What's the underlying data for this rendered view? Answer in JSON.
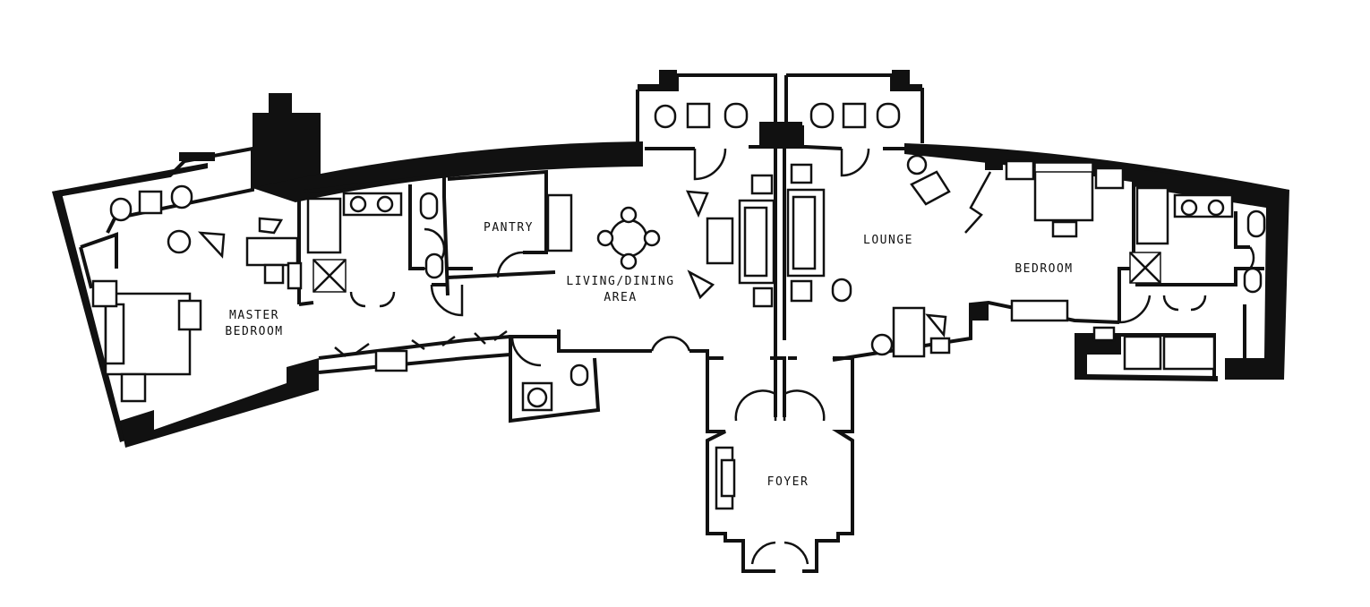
{
  "rooms": {
    "pantry": "PANTRY",
    "living_line1": "LIVING/DINING",
    "living_line2": "AREA",
    "master_line1": "MASTER",
    "master_line2": "BEDROOM",
    "lounge": "LOUNGE",
    "bedroom": "BEDROOM",
    "foyer": "FOYER"
  },
  "colors": {
    "wall": "#111111",
    "background": "#ffffff"
  }
}
